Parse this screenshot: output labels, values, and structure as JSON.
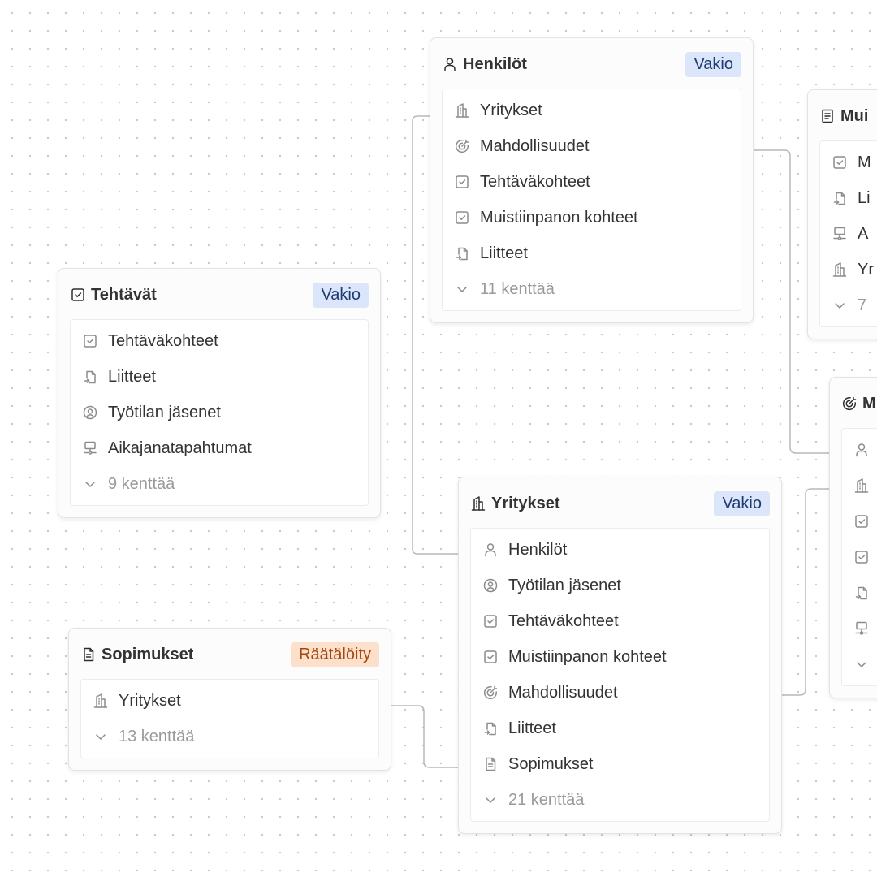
{
  "cards": {
    "henkilot": {
      "title": "Henkilöt",
      "badge": "Vakio",
      "header_icon": "person-icon",
      "fields": [
        {
          "label": "Yritykset",
          "icon": "building-icon"
        },
        {
          "label": "Mahdollisuudet",
          "icon": "target-icon"
        },
        {
          "label": "Tehtäväkohteet",
          "icon": "checkbox-icon"
        },
        {
          "label": "Muistiinpanon kohteet",
          "icon": "checkbox-icon"
        },
        {
          "label": "Liitteet",
          "icon": "attachment-file-icon"
        }
      ],
      "more": "11 kenttää"
    },
    "muistiinpanot": {
      "title": "Mui",
      "header_icon": "note-icon",
      "fields": [
        {
          "label": "M",
          "icon": "checkbox-icon"
        },
        {
          "label": "Li",
          "icon": "attachment-file-icon"
        },
        {
          "label": "A",
          "icon": "timeline-event-icon"
        },
        {
          "label": "Yr",
          "icon": "building-icon"
        }
      ],
      "more": "7"
    },
    "tehtavat": {
      "title": "Tehtävät",
      "badge": "Vakio",
      "header_icon": "checkbox-icon",
      "fields": [
        {
          "label": "Tehtäväkohteet",
          "icon": "checkbox-icon"
        },
        {
          "label": "Liitteet",
          "icon": "attachment-file-icon"
        },
        {
          "label": "Työtilan jäsenet",
          "icon": "user-circle-icon"
        },
        {
          "label": "Aikajanatapahtumat",
          "icon": "timeline-event-icon"
        }
      ],
      "more": "9 kenttää"
    },
    "mahdollisuudet": {
      "title": "M",
      "header_icon": "target-icon",
      "fields": [
        {
          "label": "",
          "icon": "person-icon"
        },
        {
          "label": "",
          "icon": "building-icon"
        },
        {
          "label": "",
          "icon": "checkbox-icon"
        },
        {
          "label": "",
          "icon": "checkbox-icon"
        },
        {
          "label": "",
          "icon": "attachment-file-icon"
        },
        {
          "label": "",
          "icon": "timeline-event-icon"
        }
      ],
      "more": ""
    },
    "yritykset": {
      "title": "Yritykset",
      "badge": "Vakio",
      "header_icon": "building-icon",
      "fields": [
        {
          "label": "Henkilöt",
          "icon": "person-icon"
        },
        {
          "label": "Työtilan jäsenet",
          "icon": "user-circle-icon"
        },
        {
          "label": "Tehtäväkohteet",
          "icon": "checkbox-icon"
        },
        {
          "label": "Muistiinpanon kohteet",
          "icon": "checkbox-icon"
        },
        {
          "label": "Mahdollisuudet",
          "icon": "target-icon"
        },
        {
          "label": "Liitteet",
          "icon": "attachment-file-icon"
        },
        {
          "label": "Sopimukset",
          "icon": "document-icon"
        }
      ],
      "more": "21 kenttää"
    },
    "sopimukset": {
      "title": "Sopimukset",
      "badge": "Räätälöity",
      "header_icon": "document-icon",
      "fields": [
        {
          "label": "Yritykset",
          "icon": "building-icon"
        }
      ],
      "more": "13 kenttää"
    }
  },
  "colors": {
    "standard_badge_bg": "#dbe6fa",
    "standard_badge_text": "#1e3c71",
    "custom_badge_bg": "#fde0cc",
    "custom_badge_text": "#a34812",
    "connector": "#b8b8b8"
  },
  "relations": [
    {
      "from": "Henkilöt.Yritykset",
      "to": "Yritykset.Henkilöt"
    },
    {
      "from": "Henkilöt.Mahdollisuudet",
      "to": "Mahdollisuudet.Henkilöt"
    },
    {
      "from": "Yritykset.Mahdollisuudet",
      "to": "Mahdollisuudet.Yritykset"
    },
    {
      "from": "Sopimukset.Yritykset",
      "to": "Yritykset.Sopimukset"
    }
  ]
}
